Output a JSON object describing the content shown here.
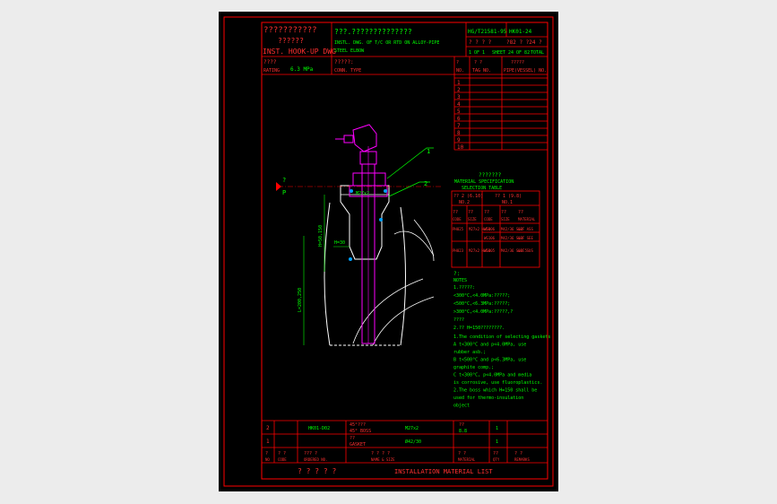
{
  "colors": {
    "frame": "#ff0000",
    "text": "#00ff00",
    "highlight": "#ff3030",
    "part": "#ff00ff",
    "bolt": "#00a0ff",
    "leader": "#00ff00",
    "dim": "#00ff00",
    "background": "#000000",
    "canvas": "#ececec"
  },
  "title_block": {
    "title_cn_1": "???????????",
    "title_cn_2": "??????",
    "title_en": "INST. HOOK-UP DWG",
    "desc_cn": "???.??????????????",
    "desc_en_1": "INSTL. DWG. OF T/C OR RTD ON ALLOY-PIPE",
    "desc_en_2": "STEEL ELBOW",
    "std_no": "HG/T21581-95",
    "dwg_no": "HK01-24",
    "sheet_cn": "?  ? ?  ?",
    "sheet_no": "1  OF  1",
    "sheet_word": "SHEET",
    "total_cn": "?82 ? ?24 ?",
    "total_no": "24 OF 82",
    "total_word": "TOTAL",
    "rating_cn": "????",
    "rating_label": "RATING",
    "rating_value": "6.3 MPa",
    "conn_cn": "?????:",
    "conn_label": "CONN. TYPE"
  },
  "tag_table": {
    "headers_cn": [
      "?",
      "?  ?",
      "?????"
    ],
    "headers_en": [
      "NO.",
      "TAG NO.",
      "PIPE(VESSEL) NO."
    ],
    "rows": [
      "1",
      "2",
      "3",
      "4",
      "5",
      "6",
      "7",
      "8",
      "9",
      "10"
    ]
  },
  "drawing": {
    "flow_label": "P",
    "flow_cn": "?",
    "callout_1": "1",
    "callout_2": "2",
    "flange_label": "M27x2",
    "dim_d": "H=30",
    "dim_h": "H=50,150",
    "dim_l": "L=200,250"
  },
  "selection_table": {
    "title_cn": "???????",
    "title_en_1": "MATERIAL SPECIFICATION",
    "title_en_2": "SELECTION TABLE",
    "col_a_cn": "?? 2 (6.10)",
    "col_b_cn": "?? 1 (9.8)",
    "col_a_en": "NO.2",
    "col_b_en": "NO.1",
    "sub_headers_cn": [
      "??",
      "??",
      "??",
      "??",
      "??"
    ],
    "sub_headers_en": [
      "CODE",
      "SIZE",
      "CODE",
      "SIZE",
      "MATERIAL"
    ],
    "rows": [
      [
        "PH025",
        "M27x2 H=50",
        "WG106",
        "M42/36 S=2",
        "08F ASS"
      ],
      [
        "",
        "",
        "WG106",
        "M42/36 S=3",
        "08F SEE"
      ],
      [
        "PH023",
        "M27x2 H=50",
        "WG105",
        "M42/36 S=1.5",
        "08F SUS"
      ]
    ]
  },
  "notes": {
    "heading_cn": "?:",
    "heading_en": "NOTES",
    "lines_cn": [
      "1.?????:",
      "  <300°C,<4.0MPa:?????;",
      "  <500°C,<6.3MPa:?????;",
      "  >300°C,<4.0MPa:?????,?",
      "  ????",
      "2.?? H=150????????."
    ],
    "lines_en": [
      "1.The condition of selecting gaskets",
      "  A t<300°C and p<4.0MPa, use",
      "  rubber asb.;",
      "  B t<500°C and p<6.3MPa, use",
      "  graphite comp.;",
      "  C t<300°C, p<4.0MPa and media",
      "  is corrosive, use fluoroplastics.",
      "2.The boss which H=150 shall be",
      "  used for thermo-insulation",
      "  object"
    ]
  },
  "material_list": {
    "rows": [
      {
        "no": "2",
        "code": "HK01-D02",
        "name_cn": "45°???",
        "name_en": "45° BOSS",
        "size": "M27x2",
        "mat_cn": "??",
        "mat": "8.8",
        "qty": "1",
        "remark": ""
      },
      {
        "no": "1",
        "code": "",
        "name_cn": "??",
        "name_en": "GASKET",
        "size": "Ø42/30",
        "mat_cn": "",
        "mat": "",
        "qty": "1",
        "remark": ""
      }
    ],
    "headers_cn": [
      "?",
      "? ?",
      "??? ?",
      "?  ?  ?  ?",
      "?  ?",
      "??",
      "?  ?"
    ],
    "headers_en": [
      "NO",
      "CODE",
      "ORDERED NO.",
      "NAME & SIZE",
      "MATERIAL",
      "QTY",
      "REMARKS"
    ],
    "footer_cn": "? ? ? ? ?",
    "footer_en": "INSTALLATION MATERIAL LIST"
  }
}
